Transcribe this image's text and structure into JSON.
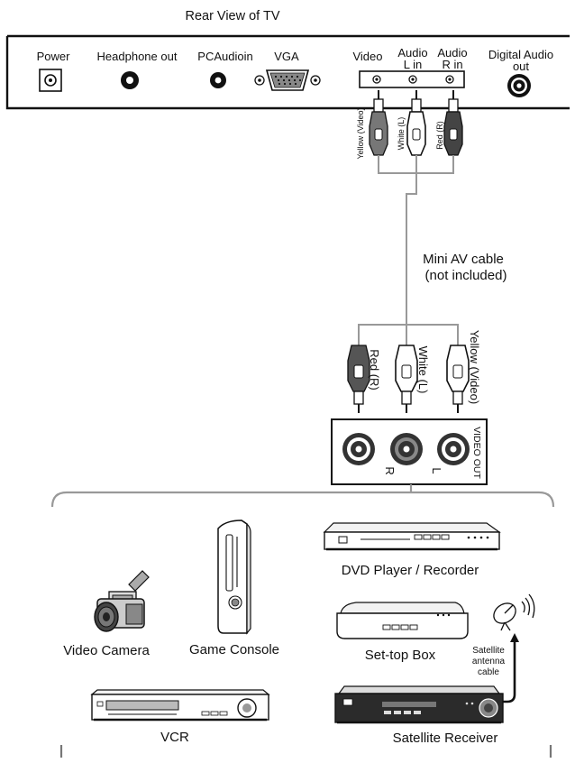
{
  "title": "Rear View of TV",
  "tv_ports": {
    "power": "Power",
    "headphone": "Headphone out",
    "pc_audio": "PCAudioin",
    "vga": "VGA",
    "video": "Video",
    "audio_l_line1": "Audio",
    "audio_l_line2": "L in",
    "audio_r_line1": "Audio",
    "audio_r_line2": "R in",
    "digital_line1": "Digital Audio",
    "digital_line2": "out"
  },
  "top_plugs": {
    "yellow": "Yellow (Video)",
    "white": "White (L)",
    "red": "Red (R)"
  },
  "cable": {
    "line1": "Mini AV cable",
    "line2": "(not included)"
  },
  "bottom_plugs": {
    "red": "Red (R)",
    "white": "White (L)",
    "yellow": "Yellow (Video)"
  },
  "video_out_box": {
    "title": "VIDEO OUT",
    "r": "R",
    "l": "L"
  },
  "devices": {
    "dvd": "DVD Player / Recorder",
    "camera": "Video Camera",
    "console": "Game Console",
    "settop": "Set-top Box",
    "antenna_line1": "Satellite",
    "antenna_line2": "antenna",
    "antenna_line3": "cable",
    "vcr": "VCR",
    "satellite": "Satellite Receiver"
  }
}
